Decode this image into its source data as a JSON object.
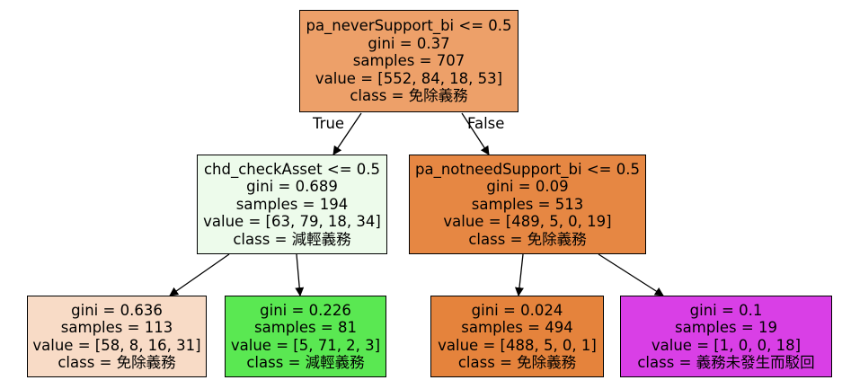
{
  "nodes": [
    {
      "id": "root",
      "lines": [
        "pa_neverSupport_bi <= 0.5",
        "gini = 0.37",
        "samples = 707",
        "value = [552, 84, 18, 53]",
        "class = 免除義務"
      ],
      "fill": "#eda069"
    },
    {
      "id": "left",
      "lines": [
        "chd_checkAsset <= 0.5",
        "gini = 0.689",
        "samples = 194",
        "value = [63, 79, 18, 34]",
        "class = 減輕義務"
      ],
      "fill": "#edfbeb"
    },
    {
      "id": "right",
      "lines": [
        "pa_notneedSupport_bi <= 0.5",
        "gini = 0.09",
        "samples = 513",
        "value = [489, 5, 0, 19]",
        "class = 免除義務"
      ],
      "fill": "#e68743"
    },
    {
      "id": "ll",
      "lines": [
        "gini = 0.636",
        "samples = 113",
        "value = [58, 8, 16, 31]",
        "class = 免除義務"
      ],
      "fill": "#f8dbc6"
    },
    {
      "id": "lr",
      "lines": [
        "gini = 0.226",
        "samples = 81",
        "value = [5, 71, 2, 3]",
        "class = 減輕義務"
      ],
      "fill": "#5ae852"
    },
    {
      "id": "rl",
      "lines": [
        "gini = 0.024",
        "samples = 494",
        "value = [488, 5, 0, 1]",
        "class = 免除義務"
      ],
      "fill": "#e5833c"
    },
    {
      "id": "rr",
      "lines": [
        "gini = 0.1",
        "samples = 19",
        "value = [1, 0, 0, 18]",
        "class = 義務未發生而駁回"
      ],
      "fill": "#d93fe6"
    }
  ],
  "edge_labels": {
    "true_label": "True",
    "false_label": "False"
  }
}
